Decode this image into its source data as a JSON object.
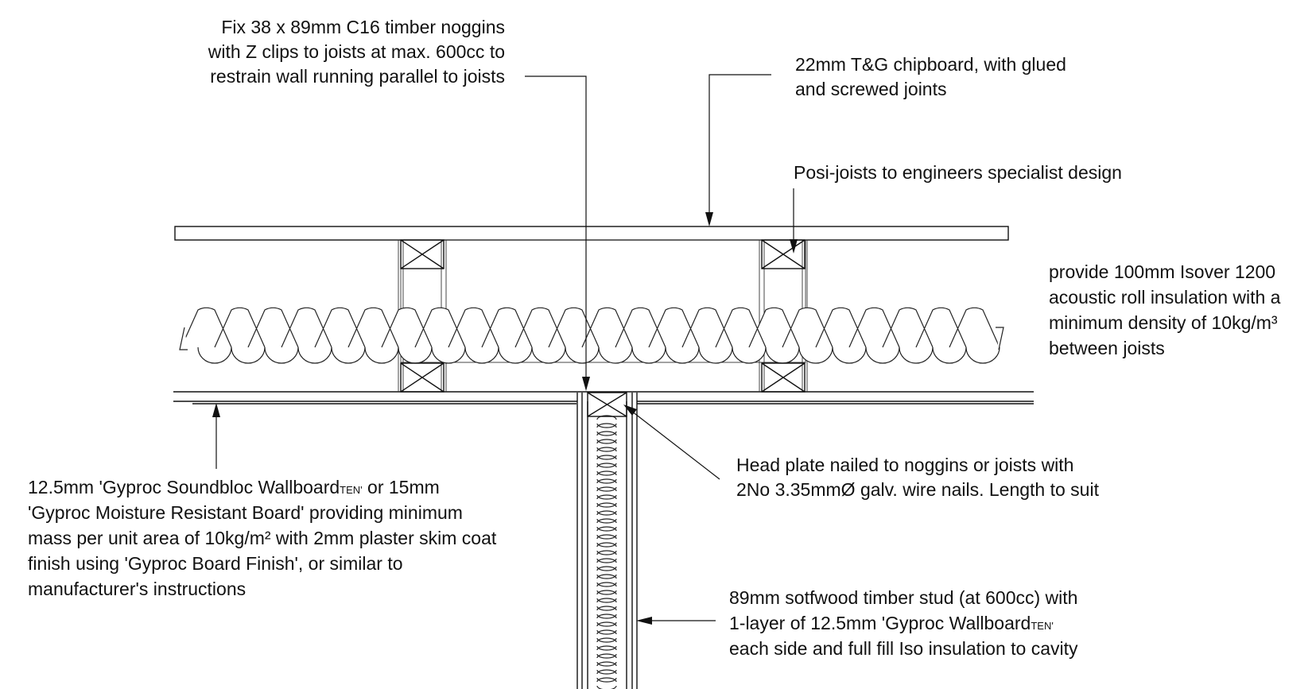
{
  "notes": {
    "noggins": {
      "lines": [
        "Fix 38 x 89mm C16 timber noggins",
        "with Z clips to joists at max. 600cc to",
        "restrain wall running parallel to joists"
      ]
    },
    "chipboard": {
      "lines": [
        "22mm T&G chipboard, with glued",
        "and screwed joints"
      ]
    },
    "posi_joists": {
      "lines": [
        "Posi-joists to engineers specialist design"
      ]
    },
    "insulation": {
      "lines": [
        "provide 100mm Isover 1200",
        "acoustic roll insulation with a",
        "minimum density of 10kg/m³",
        "between joists"
      ]
    },
    "head_plate": {
      "lines": [
        "Head plate nailed to noggins or joists with",
        "2No 3.35mmØ galv. wire nails. Length to suit"
      ]
    },
    "ceiling_board": {
      "line1_main": "12.5mm 'Gyproc Soundbloc Wallboard",
      "line1_sub": "TEN'",
      "line1_tail": " or 15mm",
      "lines": [
        "'Gyproc Moisture Resistant Board' providing minimum",
        "mass per unit area of 10kg/m² with 2mm plaster skim coat",
        "finish using 'Gyproc Board Finish', or similar to",
        "manufacturer's instructions"
      ]
    },
    "stud": {
      "line1": "89mm sotfwood timber stud (at 600cc) with",
      "line2_main": "1-layer of 12.5mm 'Gyproc Wallboard",
      "line2_sub": "TEN'",
      "line3": "each side and full fill Iso insulation to cavity"
    }
  },
  "colors": {
    "line": "#111111",
    "background": "#ffffff"
  }
}
